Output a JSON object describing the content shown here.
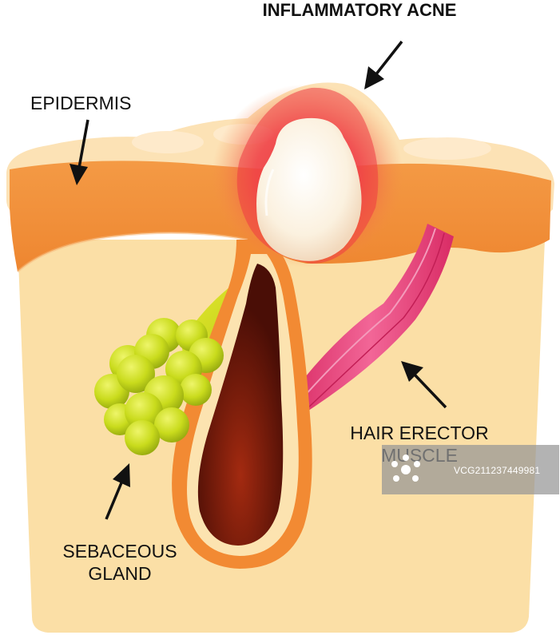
{
  "diagram": {
    "title": "INFLAMMATORY ACNE",
    "labels": {
      "epidermis": "EPIDERMIS",
      "hair_erector_muscle": [
        "HAIR ERECTOR",
        "MUSCLE"
      ],
      "sebaceous_gland": [
        "SEBACEOUS",
        "GLAND"
      ]
    },
    "watermark": "VCG211237449981"
  },
  "colors": {
    "skin_base": "#FBDFA6",
    "epidermis": "#F28C35",
    "inflammation": "#EC2E3C",
    "pustule": "#FFF8EC",
    "hair_follicle": "#7A1E0C",
    "muscle": "#E8386E",
    "gland": "#C8DA1E"
  }
}
